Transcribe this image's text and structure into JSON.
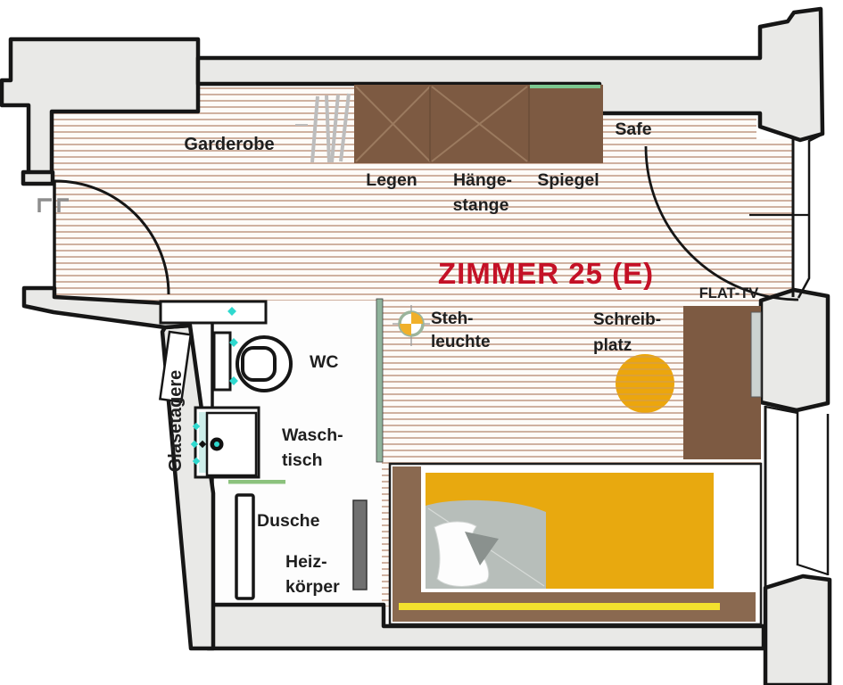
{
  "plan": {
    "title": "ZIMMER 25 (E)",
    "labels": {
      "garderobe": "Garderobe",
      "legen": "Legen",
      "haengestange_line1": "Hänge-",
      "haengestange_line2": "stange",
      "spiegel": "Spiegel",
      "safe": "Safe",
      "flat_tv": "FLAT-TV",
      "stehleuchte_line1": "Steh-",
      "stehleuchte_line2": "leuchte",
      "schreibplatz_line1": "Schreib-",
      "schreibplatz_line2": "platz",
      "wc": "WC",
      "waschtisch_line1": "Wasch-",
      "waschtisch_line2": "tisch",
      "dusche": "Dusche",
      "heizkoerper_line1": "Heiz-",
      "heizkoerper_line2": "körper",
      "glasetagere": "Glasetagere"
    },
    "colors": {
      "title_red": "#c41126",
      "wall_fill": "#e9e9e7",
      "outline": "#161616",
      "floor_stripe": "#cfb1a0",
      "furniture_brown": "#7d5a42",
      "bed_frame_brown": "#8a6950",
      "bed_yellow": "#e8a90f",
      "stool_yellow": "#eca60d",
      "highlight_yellow": "#f2e12e",
      "shelf_green": "#7cc88f",
      "partition_green": "#8fb39b",
      "accent_green_line": "#8cc27d",
      "teal_dots": "#2fd9cf",
      "basin_teal": "#cdeeea",
      "blanket_gray": "#b7beba",
      "radiator_gray": "#707070",
      "tv_gray": "#ccd3d1"
    }
  }
}
